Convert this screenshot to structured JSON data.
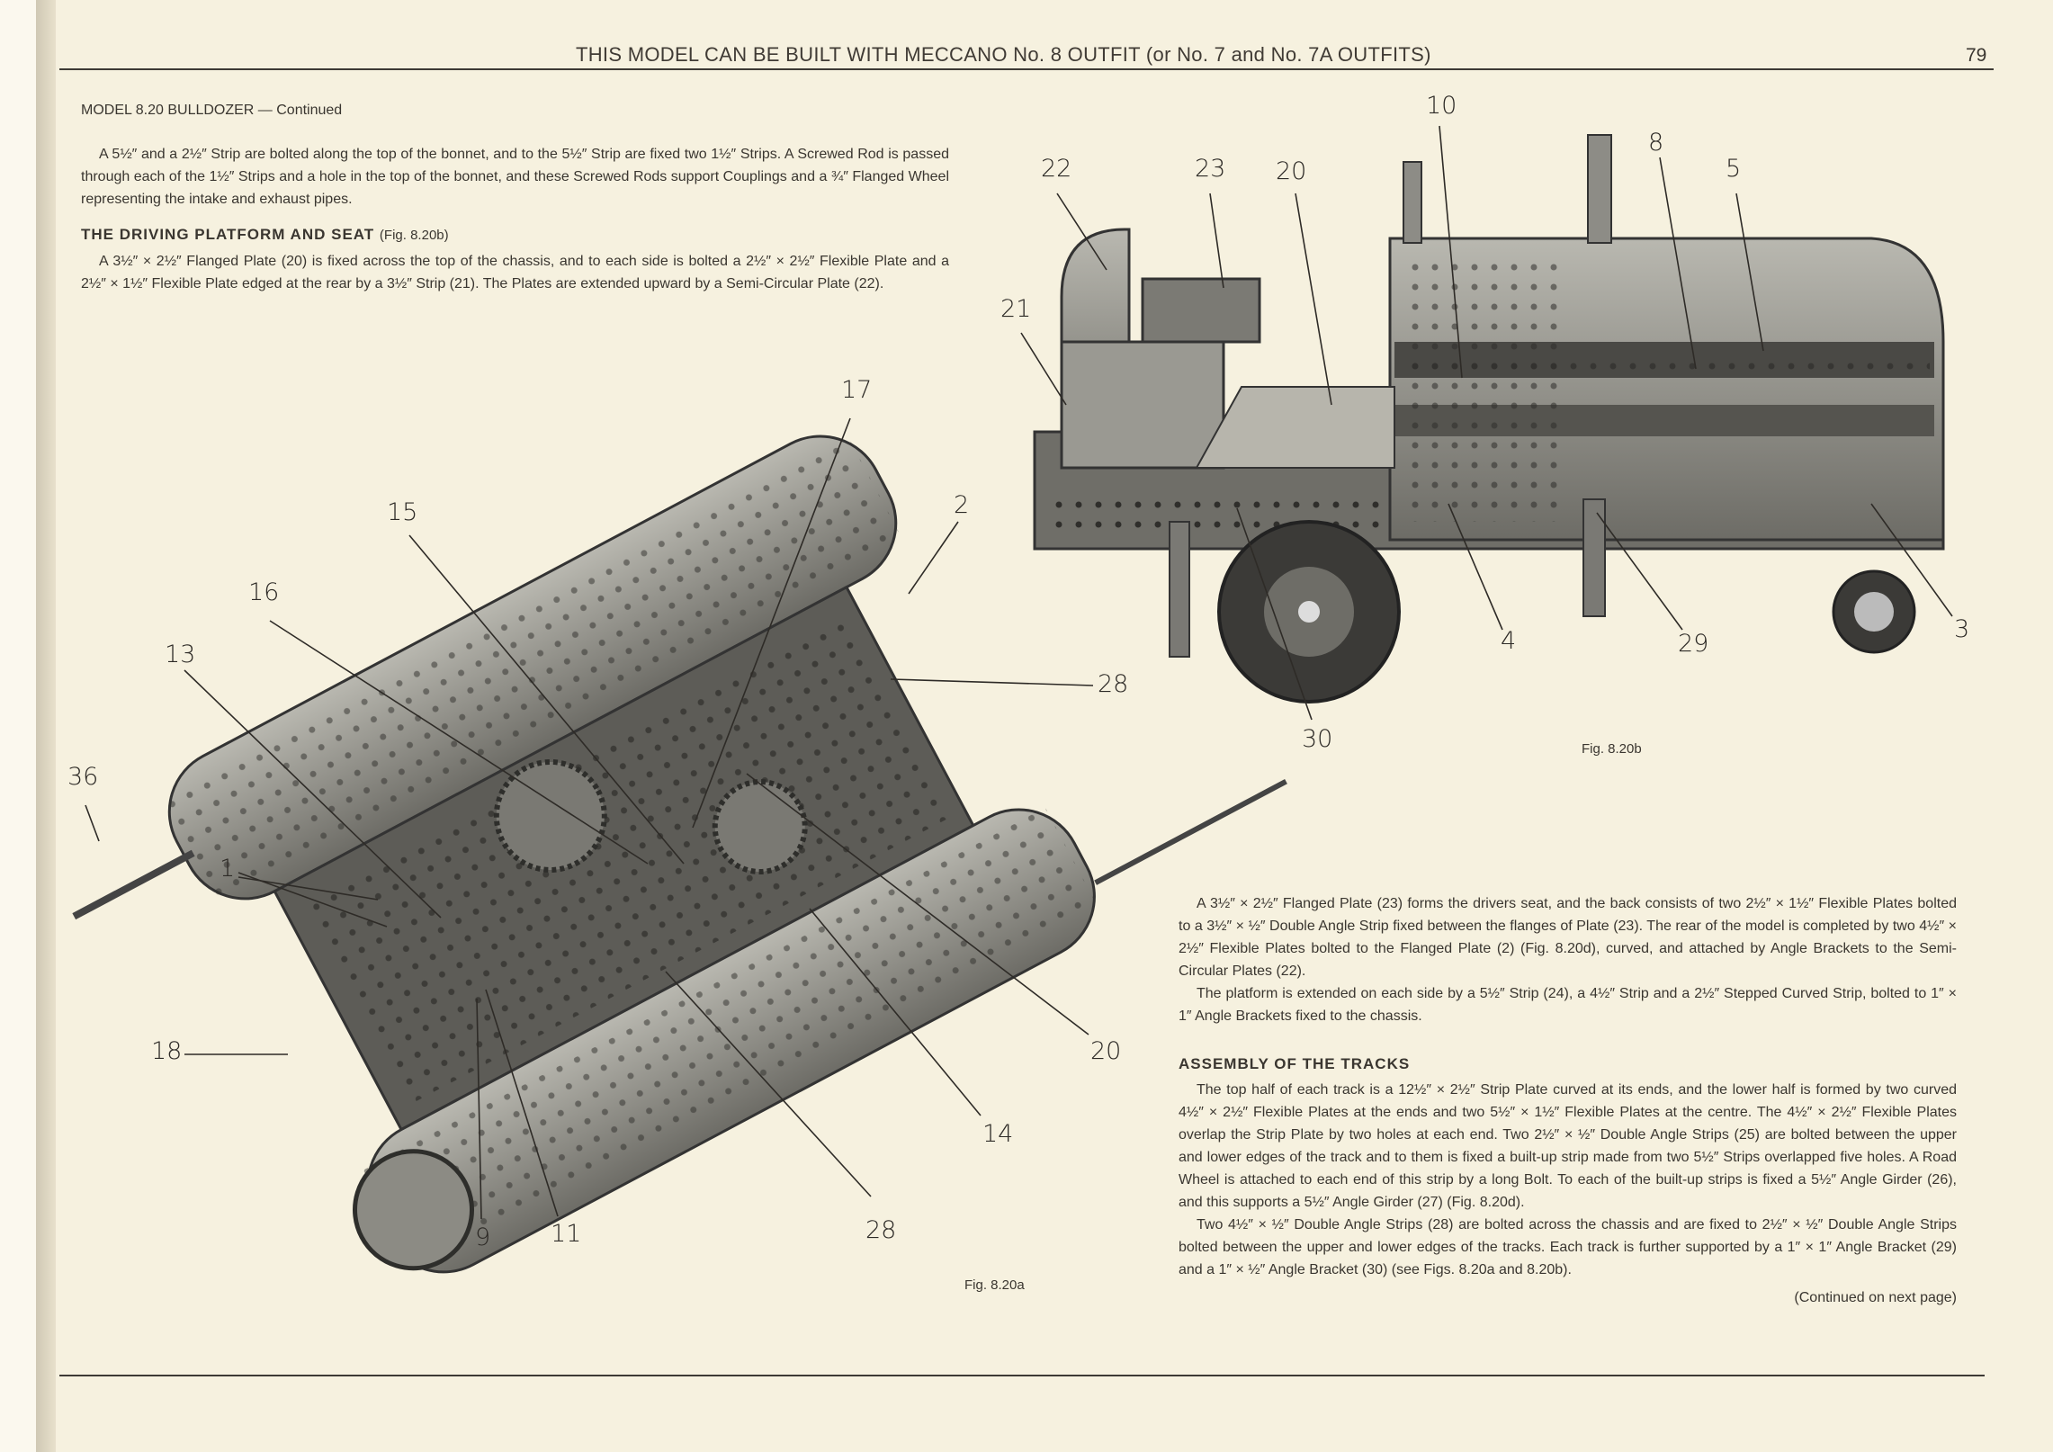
{
  "header": {
    "title": "THIS MODEL CAN BE BUILT WITH MECCANO No. 8 OUTFIT (or No. 7 and No. 7A OUTFITS)",
    "page_number": "79"
  },
  "left": {
    "subtitle": "MODEL 8.20  BULLDOZER — Continued",
    "para1": "A 5½″ and a 2½″ Strip are bolted along the top of the bonnet, and to the 5½″ Strip are fixed two 1½″ Strips. A Screwed Rod is passed through each of the 1½″ Strips and a hole in the top of the bonnet, and these Screwed Rods support Couplings and a ¾″ Flanged Wheel representing the intake and exhaust pipes.",
    "heading": "THE DRIVING PLATFORM AND SEAT",
    "heading_ref": "(Fig. 8.20b)",
    "para2": "A 3½″ × 2½″ Flanged Plate (20) is fixed across the top of the chassis, and to each side is bolted a 2½″ × 2½″ Flexible Plate and a 2½″ × 1½″ Flexible Plate edged at the rear by a 3½″ Strip (21). The Plates are extended upward by a Semi-Circular Plate (22)."
  },
  "right": {
    "para1": "A 3½″ × 2½″ Flanged Plate (23) forms the drivers seat, and the back consists of two 2½″ × 1½″ Flexible Plates bolted to a 3½″ × ½″ Double Angle Strip fixed between the flanges of Plate (23). The rear of the model is completed by two 4½″ × 2½″ Flexible Plates bolted to the Flanged Plate (2) (Fig. 8.20d), curved, and attached by Angle Brackets to the Semi-Circular Plates (22).",
    "para2": "The platform is extended on each side by a 5½″ Strip (24), a 4½″ Strip and a 2½″ Stepped Curved Strip, bolted to 1″ × 1″ Angle Brackets fixed to the chassis.",
    "heading": "ASSEMBLY OF THE TRACKS",
    "para3": "The top half of each track is a 12½″ × 2½″ Strip Plate curved at its ends, and the lower half is formed by two curved 4½″ × 2½″ Flexible Plates at the ends and two 5½″ × 1½″ Flexible Plates at the centre. The 4½″ × 2½″ Flexible Plates overlap the Strip Plate by two holes at each end. Two 2½″ × ½″ Double Angle Strips (25) are bolted between the upper and lower edges of the track and to them is fixed a built-up strip made from two 5½″ Strips overlapped five holes. A Road Wheel is attached to each end of this strip by a long Bolt. To each of the built-up strips is fixed a 5½″ Angle Girder (26), and this supports a 5½″ Angle Girder (27) (Fig. 8.20d).",
    "para4": "Two 4½″ × ½″ Double Angle Strips (28) are bolted across the chassis and are fixed to 2½″ × ½″ Double Angle Strips bolted between the upper and lower edges of the tracks. Each track is further supported by a 1″ × 1″ Angle Bracket (29) and a 1″ × ½″ Angle Bracket (30) (see Figs. 8.20a and 8.20b).",
    "continued": "(Continued on next page)"
  },
  "figures": {
    "a": {
      "caption": "Fig. 8.20a",
      "callouts": [
        "17",
        "15",
        "2",
        "16",
        "13",
        "28",
        "36",
        "1",
        "18",
        "20",
        "14",
        "9",
        "11",
        "28"
      ]
    },
    "b": {
      "caption": "Fig. 8.20b",
      "callouts": [
        "10",
        "8",
        "22",
        "23",
        "20",
        "5",
        "21",
        "4",
        "29",
        "3",
        "30"
      ]
    }
  },
  "colors": {
    "paper": "#f6f1df",
    "ink": "#3a3630",
    "metal": "#8a8a84"
  }
}
